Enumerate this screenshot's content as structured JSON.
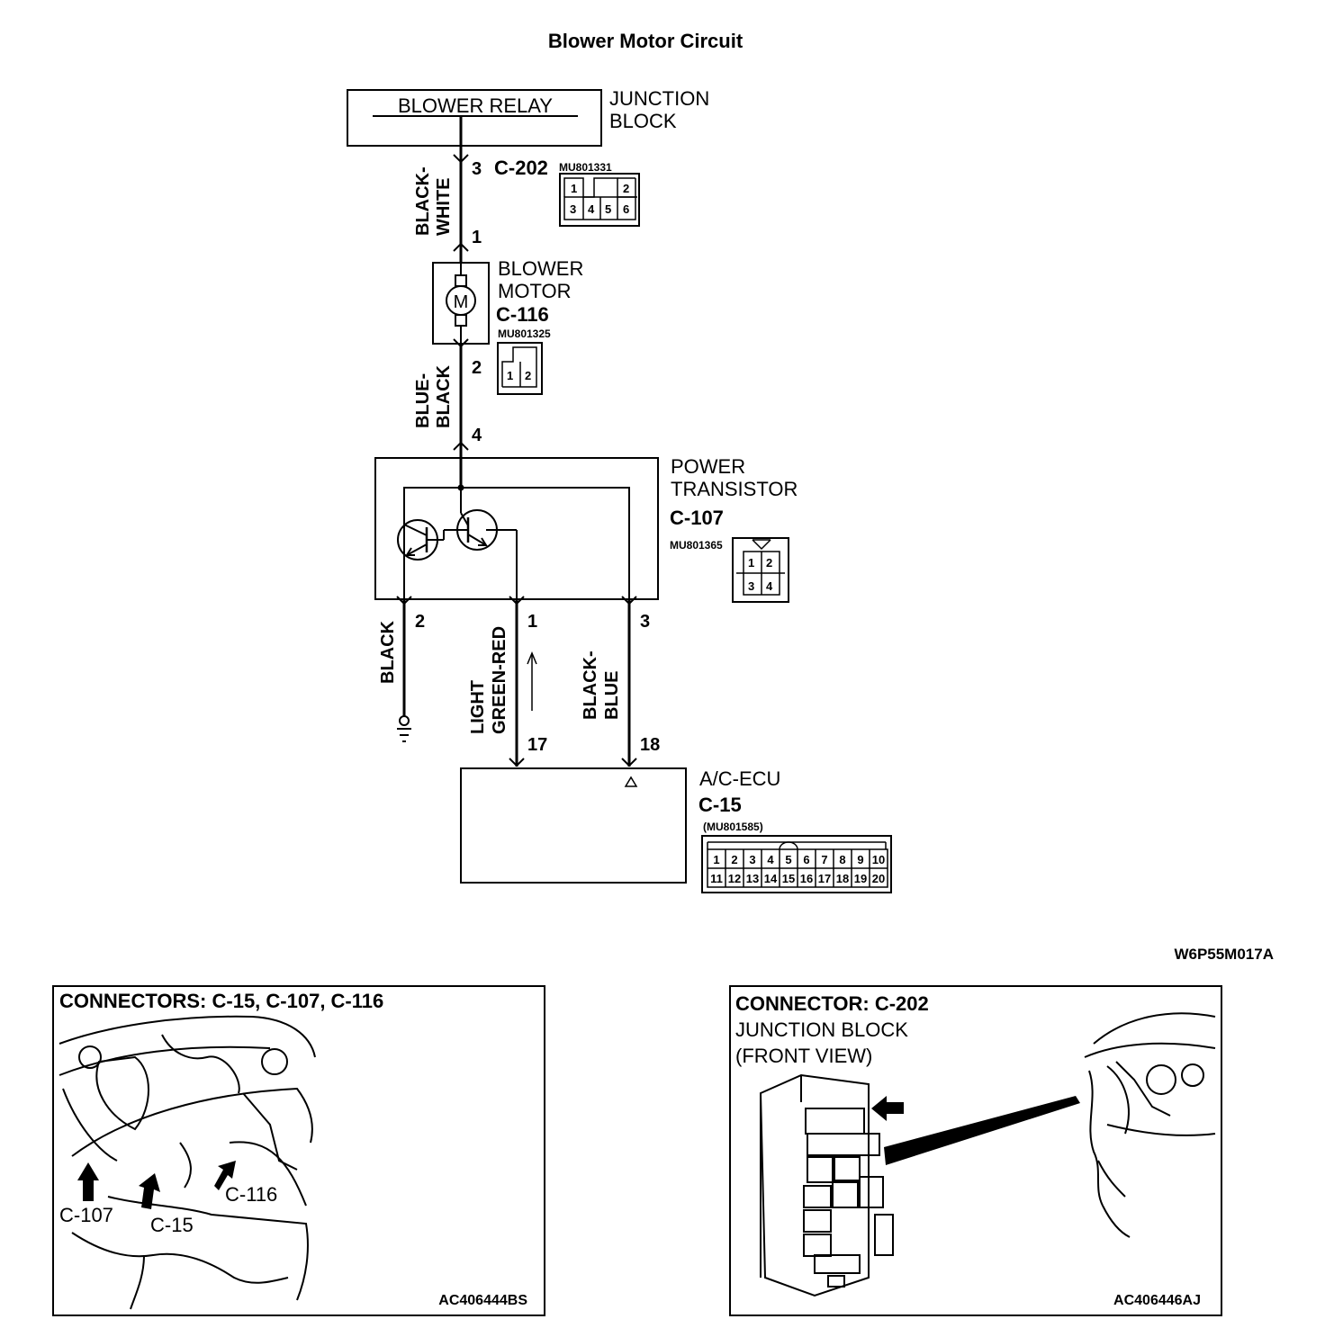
{
  "title": "Blower Motor Circuit",
  "figure_code": "W6P55M017A",
  "components": {
    "junction_block": {
      "relay_label": "BLOWER RELAY",
      "label_line1": "JUNCTION",
      "label_line2": "BLOCK"
    },
    "blower_motor": {
      "label_line1": "BLOWER",
      "label_line2": "MOTOR",
      "connector": "C-116",
      "part_no": "MU801325",
      "symbol": "M"
    },
    "power_transistor": {
      "label_line1": "POWER",
      "label_line2": "TRANSISTOR",
      "connector": "C-107",
      "part_no": "MU801365"
    },
    "ac_ecu": {
      "label": "A/C-ECU",
      "connector": "C-15",
      "part_no": "(MU801585)"
    }
  },
  "connector_c202": {
    "name": "C-202",
    "part_no": "MU801331",
    "pins_top": [
      "1",
      "",
      "2"
    ],
    "pins_bottom": [
      "3",
      "4",
      "5",
      "6"
    ]
  },
  "connector_c116_pins": [
    "1",
    "2"
  ],
  "connector_c107_pins": {
    "top": [
      "1",
      "2"
    ],
    "bottom": [
      "3",
      "4"
    ]
  },
  "connector_c15_pins": {
    "top": [
      "1",
      "2",
      "3",
      "4",
      "5",
      "6",
      "7",
      "8",
      "9",
      "10"
    ],
    "bottom": [
      "11",
      "12",
      "13",
      "14",
      "15",
      "16",
      "17",
      "18",
      "19",
      "20"
    ]
  },
  "wires": {
    "black_white": {
      "line1": "BLACK-",
      "line2": "WHITE",
      "pin_top": "3",
      "pin_bottom": "1"
    },
    "blue_black": {
      "line1": "BLUE-",
      "line2": "BLACK",
      "pin_top": "2",
      "pin_bottom": "4"
    },
    "black": {
      "line1": "BLACK",
      "pin": "2"
    },
    "light_green_red": {
      "line1": "LIGHT",
      "line2": "GREEN-RED",
      "pin_top": "1",
      "pin_bottom": "17"
    },
    "black_blue": {
      "line1": "BLACK-",
      "line2": "BLUE",
      "pin_top": "3",
      "pin_bottom": "18"
    }
  },
  "panel_left": {
    "title": "CONNECTORS: C-15, C-107, C-116",
    "callouts": [
      "C-107",
      "C-15",
      "C-116"
    ],
    "code": "AC406444BS"
  },
  "panel_right": {
    "title": "CONNECTOR: C-202",
    "line2": "JUNCTION BLOCK",
    "line3": "(FRONT VIEW)",
    "code": "AC406446AJ"
  }
}
